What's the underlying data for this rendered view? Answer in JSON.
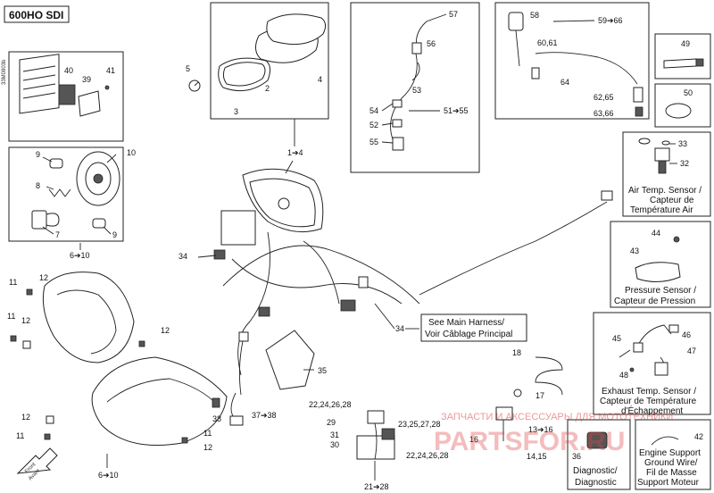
{
  "model_title": "600HO SDI",
  "drawing_code": "33M0803b",
  "callouts": {
    "c1_4": "1➔4",
    "c2": "2",
    "c3": "3",
    "c4": "4",
    "c5": "5",
    "c6_10a": "6➔10",
    "c6_10b": "6➔10",
    "c7": "7",
    "c8": "8",
    "c9a": "9",
    "c9b": "9",
    "c10": "10",
    "c11a": "11",
    "c11b": "11",
    "c11c": "11",
    "c11d": "11",
    "c12a": "12",
    "c12b": "12",
    "c12c": "12",
    "c12d": "12",
    "c12e": "12",
    "c13_16": "13➔16",
    "c14_15": "14,15",
    "c16": "16",
    "c17": "17",
    "c18": "18",
    "c21_28": "21➔28",
    "c22a": "22,24,26,28",
    "c22b": "22,24,26,28",
    "c23": "23,25,27,28",
    "c29": "29",
    "c30": "30",
    "c31": "31",
    "c32": "32",
    "c33": "33",
    "c34a": "34",
    "c34b": "34",
    "c35": "35",
    "c36": "36",
    "c37_38": "37➔38",
    "c38": "38",
    "c39": "39",
    "c40": "40",
    "c41": "41",
    "c42": "42",
    "c43": "43",
    "c44": "44",
    "c45": "45",
    "c46": "46",
    "c47": "47",
    "c48": "48",
    "c49": "49",
    "c50": "50",
    "c51_55": "51➔55",
    "c52": "52",
    "c53": "53",
    "c54": "54",
    "c55": "55",
    "c56": "56",
    "c57": "57",
    "c58": "58",
    "c59_66": "59➔66",
    "c60_61": "60,61",
    "c62_65": "62,65",
    "c63_66": "63,66",
    "c64": "64"
  },
  "boxes": {
    "air_temp_sensor": [
      "Air Temp. Sensor /",
      "Capteur de",
      "Température Air"
    ],
    "pressure_sensor": [
      "Pressure Sensor /",
      "Capteur de Pression"
    ],
    "exhaust_temp_sensor": [
      "Exhaust Temp. Sensor /",
      "Capteur de Température",
      "d'Échappement"
    ],
    "diagnostic": [
      "Diagnostic/",
      "Diagnostic"
    ],
    "engine_support": [
      "Engine Support",
      "Ground Wire/",
      "Fil de Masse",
      "Support Moteur"
    ],
    "main_harness": [
      "See Main Harness/",
      "Voir Câblage Principal"
    ]
  },
  "front_arrow": [
    "Front",
    "Avant"
  ],
  "watermark": {
    "line": "ЗАПЧАСТИ И АКСЕССУАРЫ ДЛЯ МОТОТЕХНИКИ",
    "logo": "PARTSFOR.RU"
  }
}
